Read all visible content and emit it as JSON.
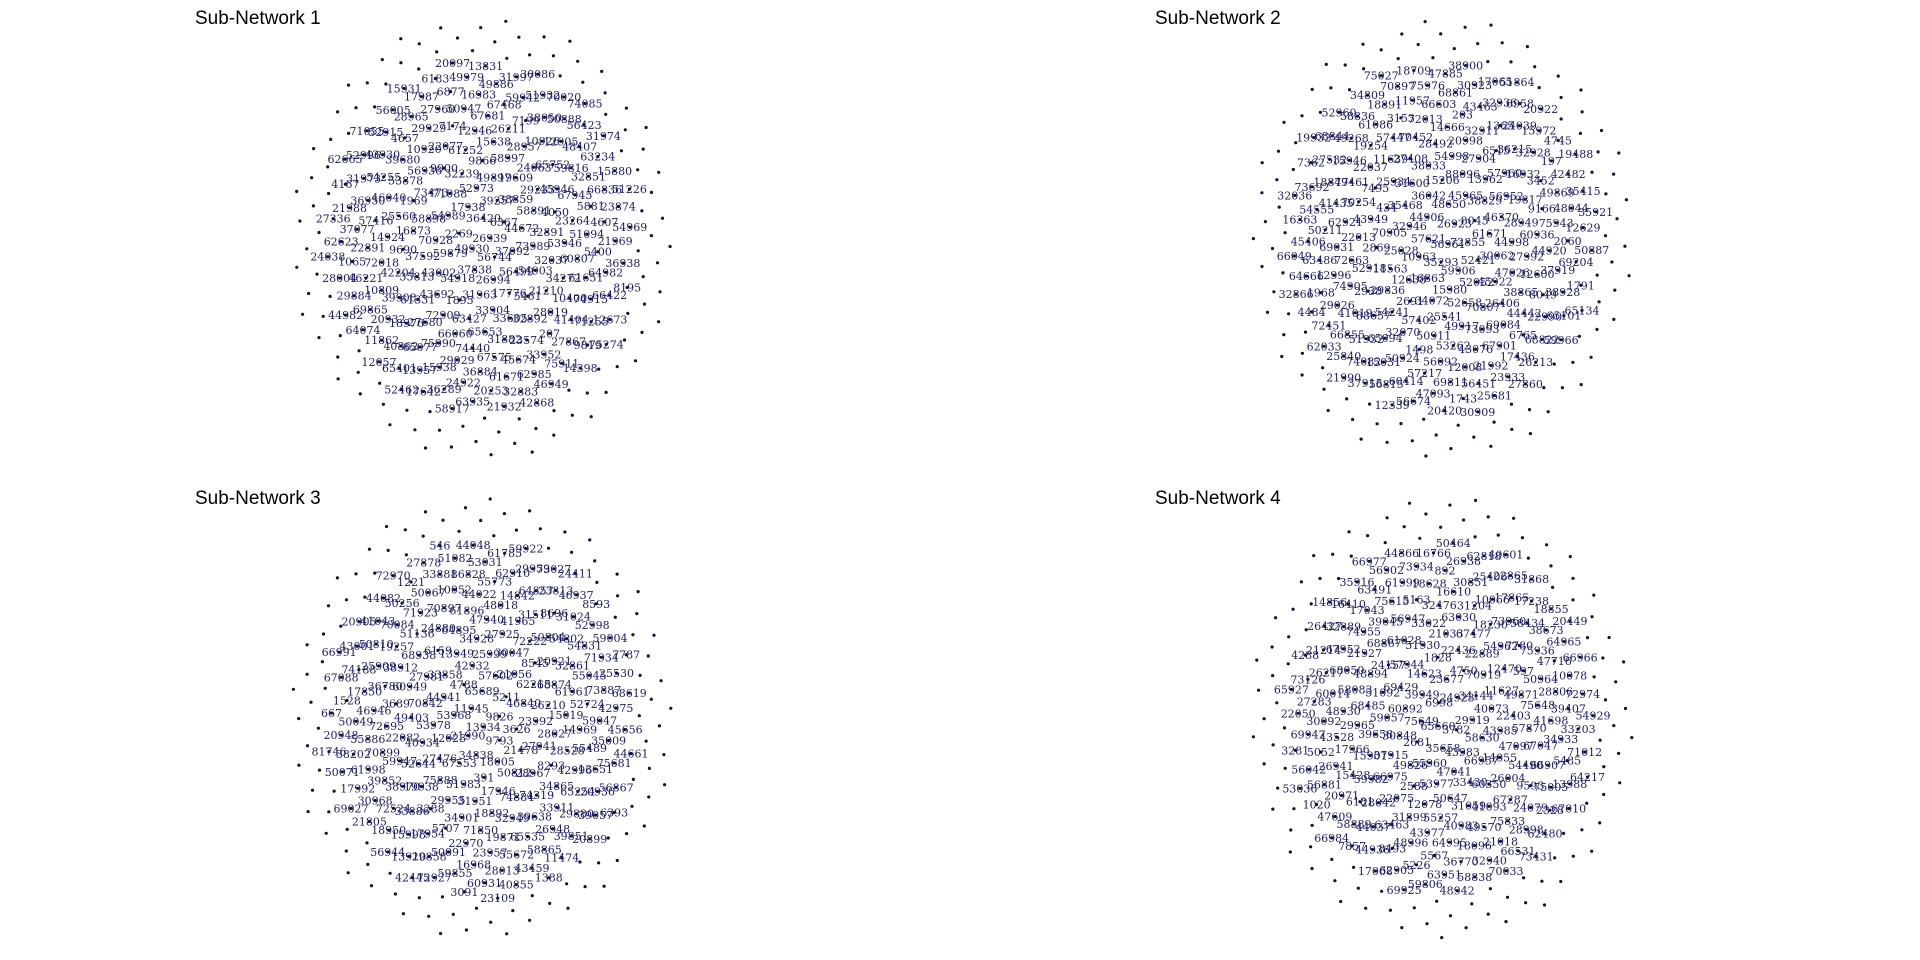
{
  "panels": [
    {
      "title": "Sub-Network 1",
      "node_count": 300,
      "label_samples": [
        "26939",
        "49930",
        "36420",
        "56744",
        "2269",
        "6367",
        "37838",
        "17938",
        "37092",
        "59879",
        "39257",
        "26994",
        "54989",
        "44672",
        "54918",
        "52973",
        "56499",
        "70928",
        "38859",
        "31963",
        "71088",
        "73989",
        "43002",
        "49897",
        "17776",
        "58898",
        "58891",
        "1895",
        "32239",
        "54903",
        "37592",
        "19609",
        "33904",
        "73473",
        "32891",
        "43692",
        "9866",
        "5461",
        "16873",
        "29233",
        "63427",
        "9900",
        "32037",
        "35813",
        "58997",
        "33605",
        "1969",
        "4050",
        "72909",
        "61252",
        "21210",
        "9690",
        "24063",
        "65653",
        "56936",
        "53946",
        "61331",
        "15638",
        "32892",
        "25560",
        "45946",
        "66060",
        "22077",
        "34272",
        "42204",
        "28957",
        "31882",
        "53878",
        "23264",
        "27680",
        "12946",
        "28019",
        "14924",
        "65752",
        "74440",
        "10920",
        "60807",
        "39908",
        "26211",
        "23574",
        "46040",
        "67945",
        "75990",
        "7174",
        "10400",
        "72018",
        "10926",
        "67575",
        "39680",
        "51094",
        "18976",
        "67681",
        "207",
        "57416",
        "59816",
        "29029",
        "29929",
        "61651",
        "10809",
        "7199",
        "45674",
        "54255",
        "5881",
        "65077",
        "50947",
        "41404",
        "22891",
        "12905",
        "36884",
        "4657",
        "5400",
        "20932",
        "67468",
        "33952",
        "36950",
        "32851",
        "15938",
        "27960",
        "74915",
        "46221",
        "38050",
        "61671",
        "43930",
        "4607",
        "40862",
        "16983",
        "27867",
        "37077",
        "48407",
        "24922",
        "28965",
        "64982",
        "69865",
        "59942",
        "62985",
        "31973",
        "66836",
        "13957",
        "6877",
        "71255",
        "1065",
        "50888",
        "20253",
        "52915",
        "21969",
        "11862",
        "49886",
        "75911",
        "21988",
        "63234",
        "36289",
        "17987",
        "66422",
        "29884",
        "51932",
        "32883",
        "52996",
        "23874",
        "65401",
        "49979",
        "9819",
        "62623",
        "56423",
        "63935",
        "56005",
        "36938",
        "64074",
        "31997",
        "46949",
        "4167",
        "15880",
        "17642",
        "6183",
        "12673",
        "28004",
        "70020",
        "21932",
        "71055",
        "54969",
        "12057",
        "13831",
        "14398",
        "27336",
        "31974",
        "58917",
        "15931",
        "8195",
        "44982",
        "30086",
        "42868",
        "62665",
        "51226",
        "52462",
        "20097",
        "75274",
        "24038",
        "74085"
      ]
    },
    {
      "title": "Sub-Network 2",
      "node_count": 300,
      "label_samples": [
        "56961",
        "57621",
        "26923",
        "35293",
        "44906",
        "72855",
        "10963",
        "48650",
        "59906",
        "32946",
        "8045",
        "16863",
        "36042",
        "52421",
        "25028",
        "45965",
        "15980",
        "35468",
        "61671",
        "12638",
        "15206",
        "52052",
        "70905",
        "38829",
        "34072",
        "31600",
        "30062",
        "11563",
        "88096",
        "52658",
        "434",
        "46370",
        "2691",
        "38033",
        "45922",
        "2869",
        "13962",
        "25541",
        "25934",
        "44998",
        "29836",
        "54998",
        "70807",
        "43949",
        "56952",
        "57402",
        "27408",
        "47026",
        "52918",
        "27904",
        "49917",
        "7495",
        "28949",
        "54241",
        "28492",
        "26406",
        "22013",
        "57960",
        "50911",
        "11639",
        "27992",
        "2938",
        "20998",
        "73093",
        "70254",
        "19817",
        "32070",
        "70452",
        "38865",
        "72663",
        "6515",
        "53262",
        "22037",
        "60936",
        "88657",
        "14666",
        "69084",
        "62921",
        "16932",
        "1498",
        "57447",
        "12600",
        "74905",
        "32911",
        "43076",
        "49461",
        "9166",
        "65094",
        "72013",
        "44442",
        "69031",
        "36215",
        "56092",
        "19254",
        "44920",
        "41019",
        "203",
        "67901",
        "41435",
        "3452",
        "50924",
        "3153",
        "8049",
        "12996",
        "1365",
        "12008",
        "15946",
        "75943",
        "51932",
        "66603",
        "6765",
        "50211",
        "32928",
        "57217",
        "61086",
        "37919",
        "29026",
        "43463",
        "21992",
        "18877",
        "49869",
        "15031",
        "11957",
        "22990",
        "63486",
        "24039",
        "69811",
        "49268",
        "2060",
        "66855",
        "68861",
        "17436",
        "54555",
        "197",
        "60414",
        "18891",
        "38928",
        "1968",
        "32936",
        "56451",
        "27532",
        "48044",
        "74082",
        "75976",
        "68822",
        "45406",
        "15972",
        "47093",
        "58836",
        "69204",
        "72451",
        "30923",
        "23933",
        "73692",
        "42482",
        "56815",
        "70897",
        "65101",
        "64666",
        "6958",
        "1743",
        "68844",
        "12629",
        "25840",
        "47885",
        "26213",
        "16363",
        "4745",
        "56674",
        "34809",
        "1791",
        "4484",
        "17065",
        "25681",
        "7362",
        "35415",
        "37915",
        "18709",
        "59966",
        "66049",
        "20922",
        "20420",
        "52960",
        "50887",
        "62033",
        "38900",
        "27860",
        "32036",
        "19488",
        "12339",
        "75027",
        "65134",
        "32866",
        "51864",
        "30909",
        "19932",
        "35921",
        "21990"
      ]
    },
    {
      "title": "Sub-Network 3",
      "node_count": 300,
      "label_samples": [
        "13934",
        "11945",
        "9826",
        "21990",
        "65689",
        "9793",
        "53968",
        "5211",
        "34838",
        "4788",
        "3626",
        "12023",
        "57602",
        "18005",
        "44941",
        "46840",
        "67553",
        "42932",
        "21478",
        "53978",
        "21056",
        "391",
        "33858",
        "23992",
        "27476",
        "25999",
        "50812",
        "70842",
        "62215",
        "51983",
        "13949",
        "27941",
        "40934",
        "30047",
        "17946",
        "27981",
        "26210",
        "75888",
        "34928",
        "28967",
        "49403",
        "8545",
        "31951",
        "6159",
        "28027",
        "52644",
        "27925",
        "74884",
        "60949",
        "68874",
        "29955",
        "64895",
        "8293",
        "22082",
        "72222",
        "18892",
        "68938",
        "15019",
        "19938",
        "47940",
        "74319",
        "3689",
        "20921",
        "34901",
        "24880",
        "28528",
        "59947",
        "41965",
        "32949",
        "38912",
        "61961",
        "3288",
        "61896",
        "34865",
        "72695",
        "50804",
        "71850",
        "51136",
        "14969",
        "38970",
        "48018",
        "39638",
        "36780",
        "32861",
        "5707",
        "70897",
        "42996",
        "70899",
        "31511",
        "19871",
        "19257",
        "52724",
        "33886",
        "44022",
        "33911",
        "46946",
        "54802",
        "22970",
        "71923",
        "55489",
        "39852",
        "14842",
        "65535",
        "25909",
        "55045",
        "17954",
        "10052",
        "65254",
        "55886",
        "8696",
        "23957",
        "70084",
        "59047",
        "72524",
        "55773",
        "26948",
        "17850",
        "54831",
        "50091",
        "50067",
        "13651",
        "61998",
        "64857",
        "55672",
        "50810",
        "73887",
        "15998",
        "86828",
        "29880",
        "50049",
        "31024",
        "16968",
        "50256",
        "35009",
        "30968",
        "62910",
        "58865",
        "74188",
        "71934",
        "29858",
        "33881",
        "20936",
        "38202",
        "23813",
        "28013",
        "41043",
        "42975",
        "18950",
        "53031",
        "39851",
        "1528",
        "52998",
        "59855",
        "1221",
        "75681",
        "17992",
        "29959",
        "43459",
        "43001",
        "25530",
        "13910",
        "51082",
        "39057",
        "20948",
        "46937",
        "60931",
        "44082",
        "45656",
        "21805",
        "61785",
        "11474",
        "67088",
        "59004",
        "72927",
        "27878",
        "56867",
        "50071",
        "73027",
        "40855",
        "20905",
        "68619",
        "56944",
        "44048",
        "20899",
        "667",
        "8593",
        "3091",
        "72970",
        "44661",
        "69027",
        "59922",
        "1388",
        "66991",
        "7787",
        "42445",
        "546",
        "6393",
        "81746",
        "24411",
        "23109"
      ]
    },
    {
      "title": "Sub-Network 4",
      "node_count": 300,
      "label_samples": [
        "65660",
        "6998",
        "3782",
        "75649",
        "24923",
        "35658",
        "39949",
        "29919",
        "2681",
        "23677",
        "43983",
        "60892",
        "34144",
        "55960",
        "14623",
        "58630",
        "30848",
        "4750",
        "47041",
        "69429",
        "40073",
        "49826",
        "1828",
        "66957",
        "59057",
        "70919",
        "53977",
        "57944",
        "43985",
        "37915",
        "22436",
        "33430",
        "51092",
        "11627",
        "2588",
        "51930",
        "14055",
        "39658",
        "22889",
        "50647",
        "24157",
        "22403",
        "66975",
        "21033",
        "60350",
        "68485",
        "12470",
        "12078",
        "61028",
        "47097",
        "15901",
        "67477",
        "31059",
        "48894",
        "49871",
        "22075",
        "33022",
        "26004",
        "29965",
        "54962",
        "55257",
        "68867",
        "57870",
        "59982",
        "63030",
        "41093",
        "58083",
        "597",
        "31899",
        "56947",
        "54490",
        "17966",
        "18230",
        "40983",
        "21927",
        "75648",
        "28042",
        "32476",
        "67287",
        "48930",
        "7780",
        "43977",
        "39045",
        "67047",
        "15428",
        "31204",
        "49570",
        "68050",
        "50964",
        "63463",
        "5163",
        "9593",
        "43528",
        "73960",
        "64995",
        "74955",
        "41698",
        "6181",
        "16610",
        "75833",
        "60014",
        "75936",
        "48996",
        "75615",
        "66907",
        "26941",
        "10066",
        "18096",
        "67952",
        "28806",
        "44037",
        "18628",
        "24079",
        "30092",
        "58434",
        "5567",
        "17043",
        "34933",
        "20971",
        "30851",
        "21018",
        "26217",
        "47716",
        "8493",
        "61999",
        "75005",
        "5052",
        "17865",
        "36770",
        "32889",
        "39407",
        "58889",
        "892",
        "28998",
        "27283",
        "38673",
        "5226",
        "63491",
        "5485",
        "56881",
        "25406",
        "32940",
        "21214",
        "10078",
        "44936",
        "73934",
        "2328",
        "69947",
        "17238",
        "63951",
        "16410",
        "33203",
        "47609",
        "26938",
        "66531",
        "73126",
        "64965",
        "62905",
        "56902",
        "13988",
        "56042",
        "22865",
        "58838",
        "26427",
        "72974",
        "7857",
        "16766",
        "62480",
        "22050",
        "18855",
        "59806",
        "35916",
        "71012",
        "1020",
        "62818",
        "70033",
        "4288",
        "66966",
        "17068",
        "44866",
        "67010",
        "3281",
        "31868",
        "48942",
        "14856",
        "54929",
        "66984",
        "50464",
        "73431",
        "65927",
        "20449",
        "69925",
        "66977",
        "64217",
        "53036",
        "40601"
      ]
    }
  ]
}
